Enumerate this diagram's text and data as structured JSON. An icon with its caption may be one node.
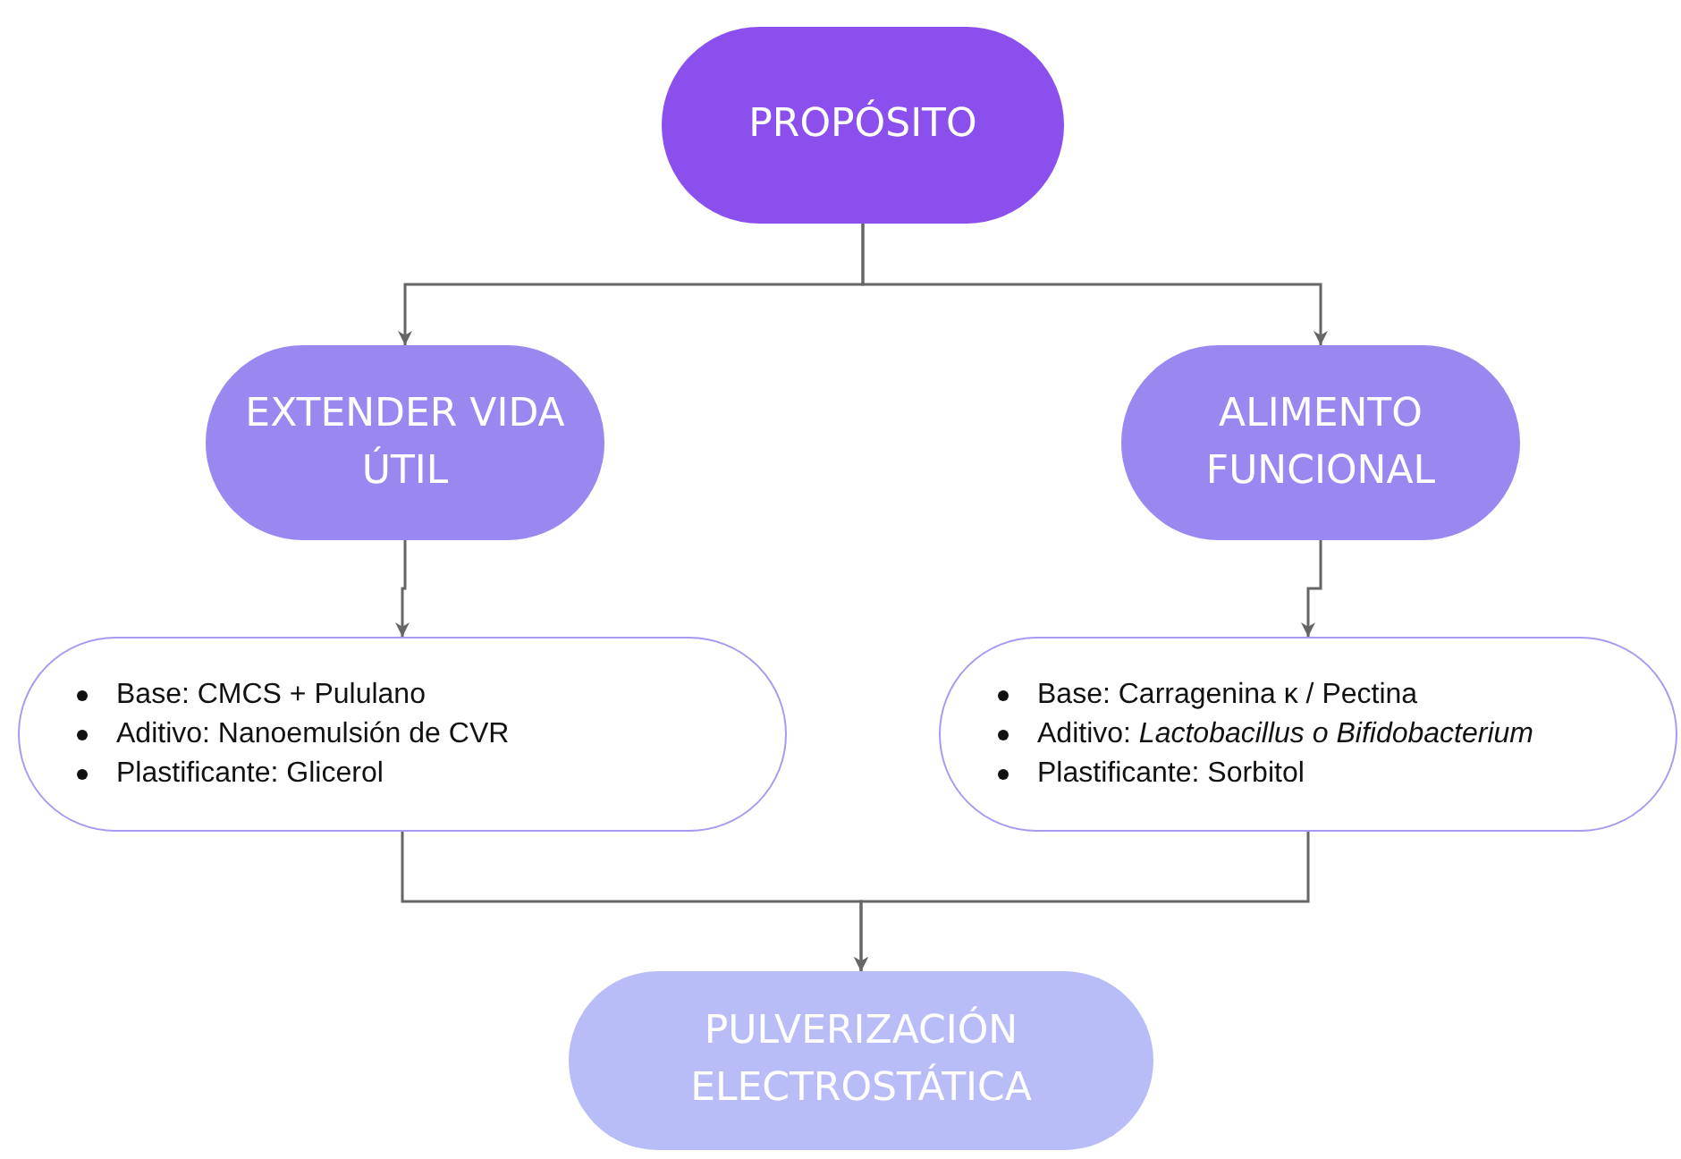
{
  "diagram": {
    "nodes": [
      {
        "text": [
          "PROPÓSITO"
        ]
      },
      {
        "text": [
          "EXTENDER VIDA ÚTIL"
        ]
      },
      {
        "text": [
          "ALIMENTO FUNCIONAL"
        ]
      },
      {
        "text": [
          "Base: CMCS + Pululano",
          "Aditivo: Nanoemulsión de CVR",
          "Plastificante: Glicerol"
        ]
      },
      {
        "text": [
          "Base: Carragenina κ / Pectina",
          "Aditivo: *Lactobacillus o Bifidobacterium*",
          "Plastificante: Sorbitol"
        ]
      },
      {
        "text": [
          "PULVERIZACIÓN ELECTROSTÁTICA"
        ]
      }
    ],
    "edges": [
      {
        "from": 0,
        "to": 1,
        "arrow": "to"
      },
      {
        "from": 0,
        "to": 2,
        "arrow": "to"
      },
      {
        "from": 1,
        "to": 3,
        "arrow": "to"
      },
      {
        "from": 2,
        "to": 4,
        "arrow": "to"
      },
      {
        "from": 3,
        "to": 5,
        "arrow": "to"
      },
      {
        "from": 4,
        "to": 5,
        "arrow": "to"
      }
    ]
  }
}
